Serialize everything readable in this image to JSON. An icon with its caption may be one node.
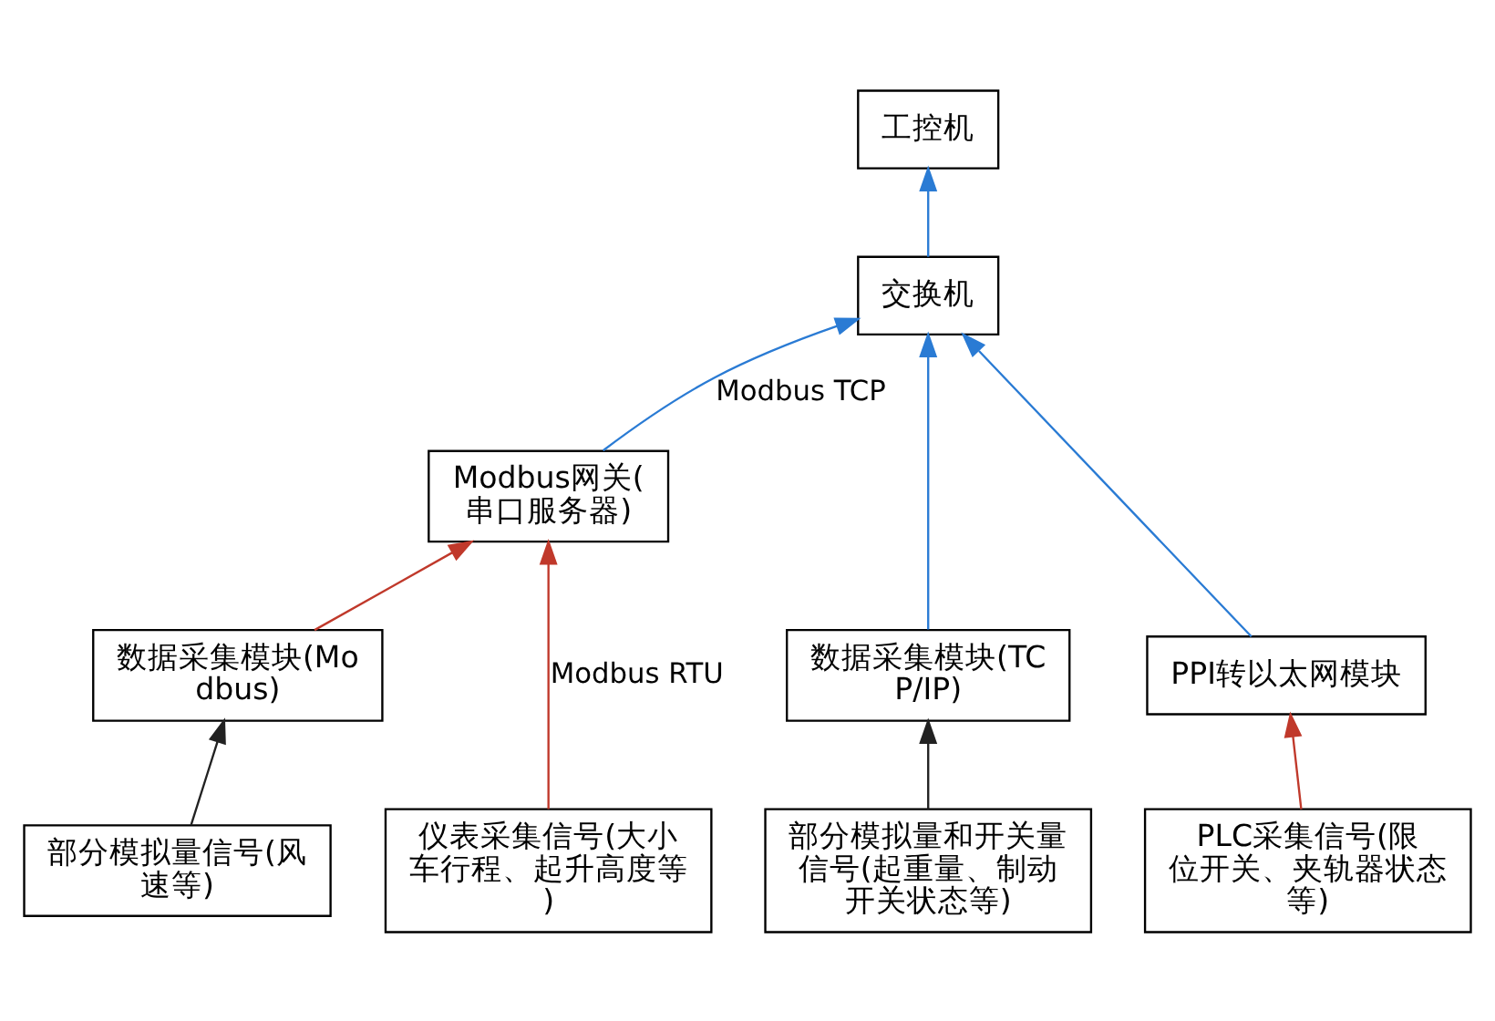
{
  "diagram": {
    "nodes": [
      {
        "text": [
          "工控机"
        ]
      },
      {
        "text": [
          "交换机"
        ]
      },
      {
        "text": [
          "Modbus网关(串口服务器)"
        ]
      },
      {
        "text": [
          "数据采集模块(Modbus)"
        ]
      },
      {
        "text": [
          "数据采集模块(TCP/IP)"
        ]
      },
      {
        "text": [
          "PPI转以太网模块"
        ]
      },
      {
        "text": [
          "仪表采集信号(大小车行程、起升高度等)"
        ]
      },
      {
        "text": [
          "部分模拟量信号(风速等)"
        ]
      },
      {
        "text": [
          "部分模拟量和开关量信号(起重量、制动开关状态等)"
        ]
      },
      {
        "text": [
          "PLC采集信号(限位开关、夹轨器状态等)"
        ]
      }
    ],
    "edges": [
      {
        "from": 1,
        "to": 0,
        "arrow": "to"
      },
      {
        "from": 2,
        "to": 1,
        "arrow": "to",
        "label": "Modbus TCP"
      },
      {
        "from": 6,
        "to": 2,
        "arrow": "to",
        "label": "Modbus RTU",
        "color": "#c0392b"
      },
      {
        "from": 3,
        "to": 2,
        "arrow": "to",
        "color": "#c0392b"
      },
      {
        "from": 7,
        "to": 3,
        "arrow": "to",
        "color": "#222222"
      },
      {
        "from": 4,
        "to": 1,
        "arrow": "to"
      },
      {
        "from": 8,
        "to": 4,
        "arrow": "to",
        "color": "#222222"
      },
      {
        "from": 5,
        "to": 1,
        "arrow": "to"
      },
      {
        "from": 9,
        "to": 5,
        "arrow": "to",
        "color": "#c0392b"
      }
    ]
  }
}
